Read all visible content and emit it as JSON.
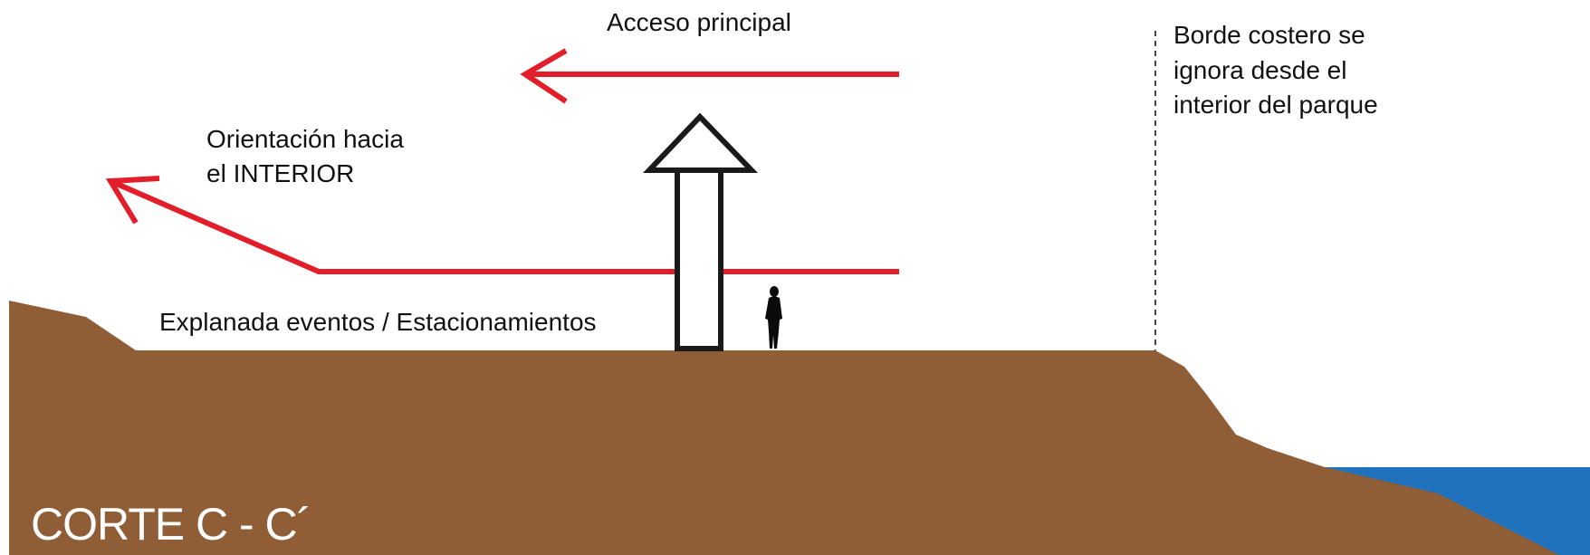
{
  "labels": {
    "main_access": "Acceso principal",
    "orientation_line1": "Orientación hacia",
    "orientation_line2": "el INTERIOR",
    "esplanade": "Explanada eventos / Estacionamientos",
    "coast_line1": "Borde costero se",
    "coast_line2": "ignora desde el",
    "coast_line3": "interior del parque",
    "section_title": "CORTE C - C´"
  },
  "colors": {
    "ground": "#8f5d36",
    "water": "#1f72bb",
    "arrow_red": "#e21e2a",
    "outline": "#1a1a1a",
    "figure": "#0a0a0a"
  },
  "icons": {
    "person": "person-silhouette-icon",
    "up_arrow": "up-arrow-outline-icon"
  }
}
